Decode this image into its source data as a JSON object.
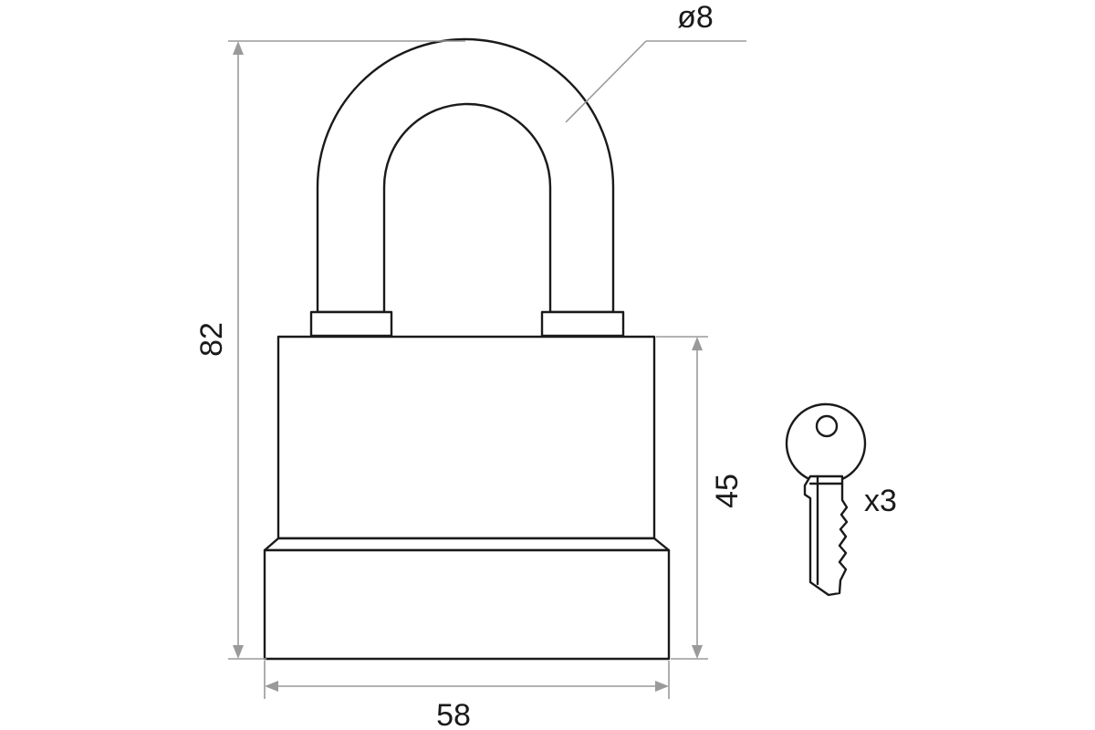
{
  "dimensions": {
    "height_total": "82",
    "body_height": "45",
    "width": "58",
    "shackle_diameter": "ø8"
  },
  "key_count": "x3",
  "icons": {
    "padlock": "padlock-icon",
    "key": "key-icon"
  },
  "colors": {
    "outline": "#1a1a1a",
    "dimension_lines": "#9a9a9a",
    "background": "#ffffff"
  }
}
